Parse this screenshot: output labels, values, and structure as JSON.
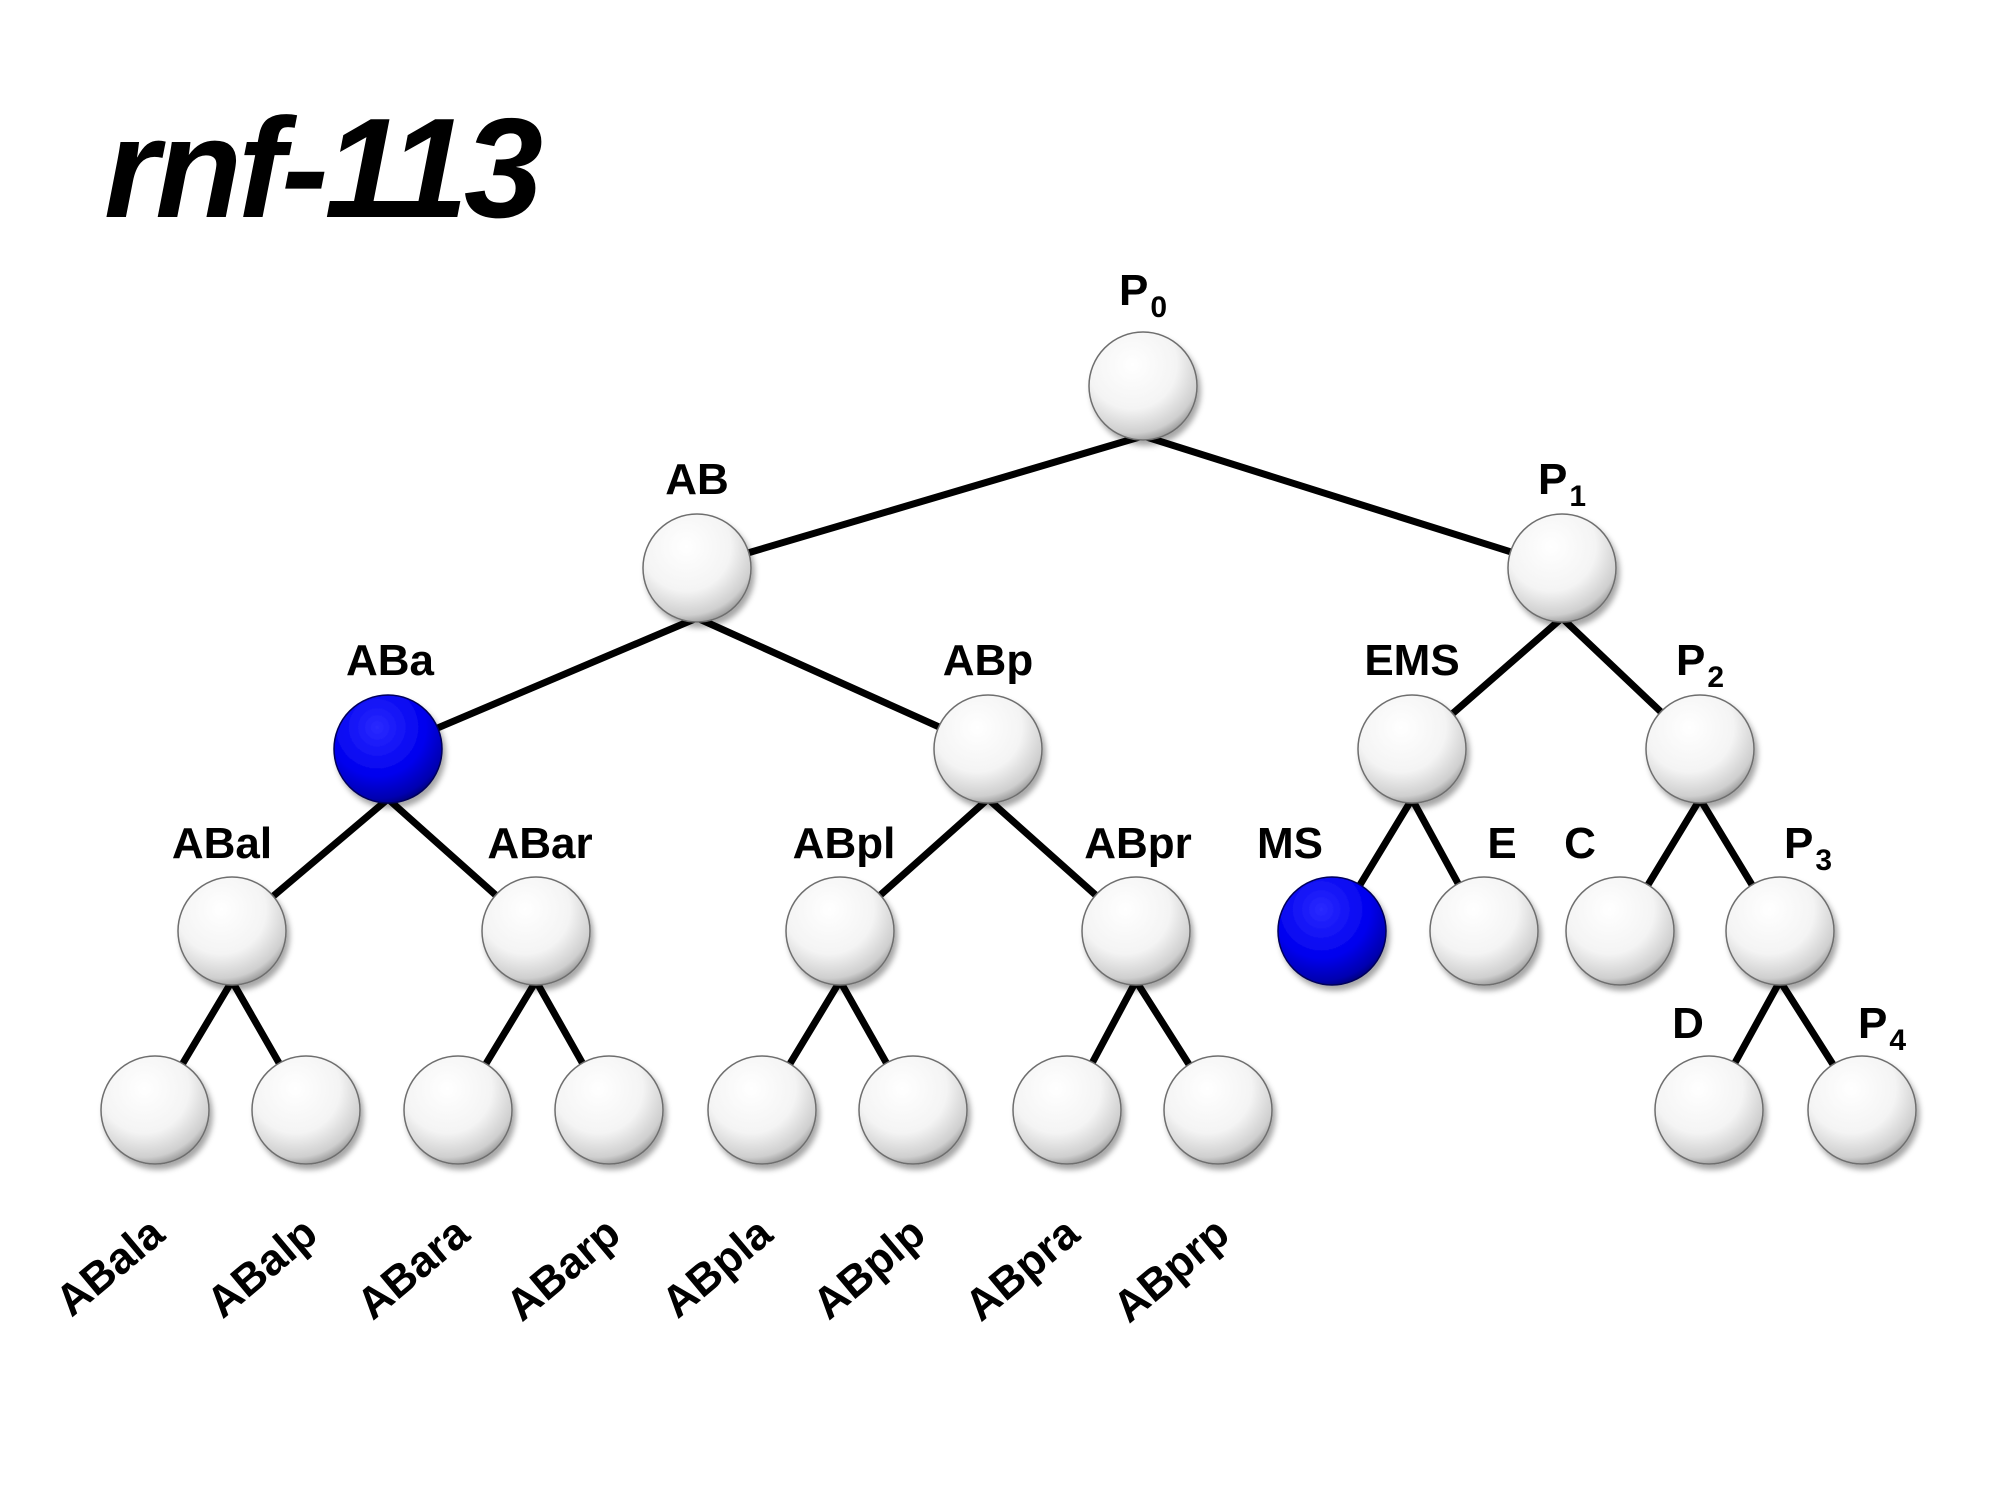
{
  "title": "rnf-113",
  "colors": {
    "background": "#ffffff",
    "line": "#000000",
    "node_default": "#ffffff",
    "node_highlight": "#0000ff"
  },
  "nodes": [
    {
      "id": "P0",
      "label": "P",
      "sub": "0",
      "highlight": false
    },
    {
      "id": "AB",
      "label": "AB",
      "highlight": false
    },
    {
      "id": "P1",
      "label": "P",
      "sub": "1",
      "highlight": false
    },
    {
      "id": "ABa",
      "label": "ABa",
      "highlight": true
    },
    {
      "id": "ABp",
      "label": "ABp",
      "highlight": false
    },
    {
      "id": "EMS",
      "label": "EMS",
      "highlight": false
    },
    {
      "id": "P2",
      "label": "P",
      "sub": "2",
      "highlight": false
    },
    {
      "id": "ABal",
      "label": "ABal",
      "highlight": false
    },
    {
      "id": "ABar",
      "label": "ABar",
      "highlight": false
    },
    {
      "id": "ABpl",
      "label": "ABpl",
      "highlight": false
    },
    {
      "id": "ABpr",
      "label": "ABpr",
      "highlight": false
    },
    {
      "id": "MS",
      "label": "MS",
      "highlight": true
    },
    {
      "id": "E",
      "label": "E",
      "highlight": false
    },
    {
      "id": "C",
      "label": "C",
      "highlight": false
    },
    {
      "id": "P3",
      "label": "P",
      "sub": "3",
      "highlight": false
    },
    {
      "id": "ABala",
      "label": "ABala",
      "highlight": false
    },
    {
      "id": "ABalp",
      "label": "ABalp",
      "highlight": false
    },
    {
      "id": "ABara",
      "label": "ABara",
      "highlight": false
    },
    {
      "id": "ABarp",
      "label": "ABarp",
      "highlight": false
    },
    {
      "id": "ABpla",
      "label": "ABpla",
      "highlight": false
    },
    {
      "id": "ABplp",
      "label": "ABplp",
      "highlight": false
    },
    {
      "id": "ABpra",
      "label": "ABpra",
      "highlight": false
    },
    {
      "id": "ABprp",
      "label": "ABprp",
      "highlight": false
    },
    {
      "id": "D",
      "label": "D",
      "highlight": false
    },
    {
      "id": "P4",
      "label": "P",
      "sub": "4",
      "highlight": false
    }
  ],
  "edges": [
    [
      "P0",
      "AB"
    ],
    [
      "P0",
      "P1"
    ],
    [
      "AB",
      "ABa"
    ],
    [
      "AB",
      "ABp"
    ],
    [
      "P1",
      "EMS"
    ],
    [
      "P1",
      "P2"
    ],
    [
      "ABa",
      "ABal"
    ],
    [
      "ABa",
      "ABar"
    ],
    [
      "ABp",
      "ABpl"
    ],
    [
      "ABp",
      "ABpr"
    ],
    [
      "EMS",
      "MS"
    ],
    [
      "EMS",
      "E"
    ],
    [
      "P2",
      "C"
    ],
    [
      "P2",
      "P3"
    ],
    [
      "ABal",
      "ABala"
    ],
    [
      "ABal",
      "ABalp"
    ],
    [
      "ABar",
      "ABara"
    ],
    [
      "ABar",
      "ABarp"
    ],
    [
      "ABpl",
      "ABpla"
    ],
    [
      "ABpl",
      "ABplp"
    ],
    [
      "ABpr",
      "ABpra"
    ],
    [
      "ABpr",
      "ABprp"
    ],
    [
      "P3",
      "D"
    ],
    [
      "P3",
      "P4"
    ]
  ]
}
